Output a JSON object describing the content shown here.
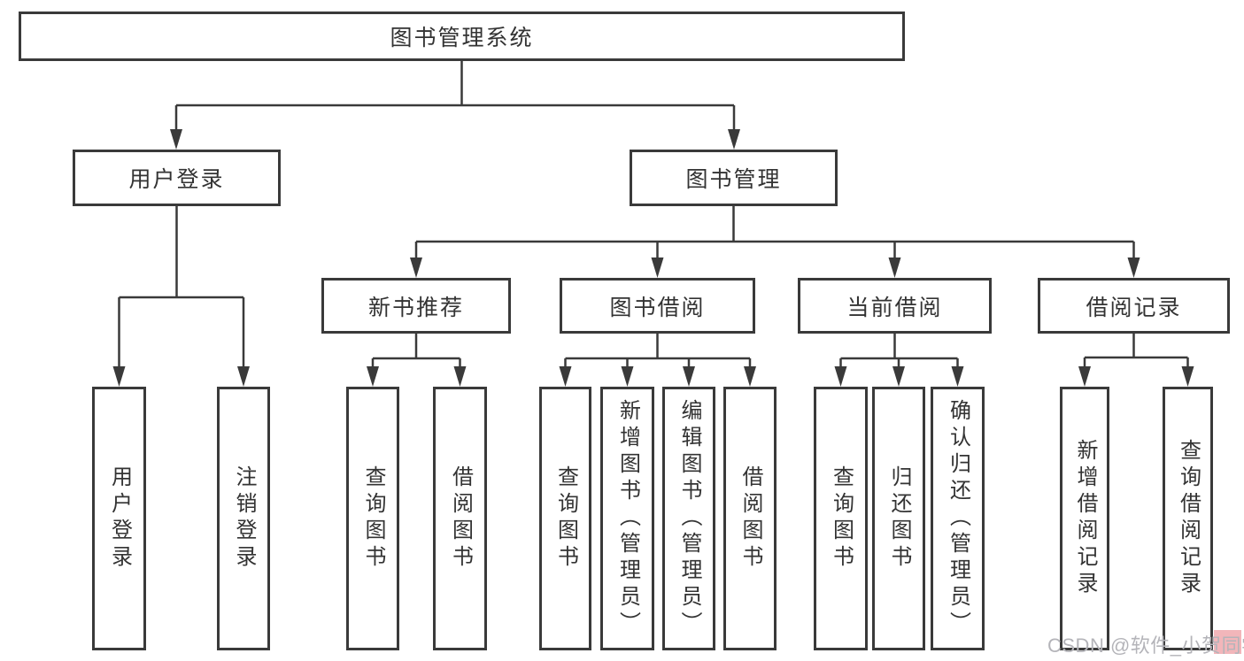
{
  "diagram": {
    "tree": {
      "label": "图书管理系统",
      "children": [
        {
          "label": "用户登录",
          "children": [
            {
              "label": "用户登录"
            },
            {
              "label": "注销登录"
            }
          ]
        },
        {
          "label": "图书管理",
          "children": [
            {
              "label": "新书推荐",
              "children": [
                {
                  "label": "查询图书"
                },
                {
                  "label": "借阅图书"
                }
              ]
            },
            {
              "label": "图书借阅",
              "children": [
                {
                  "label": "查询图书"
                },
                {
                  "label": "新增图书（管理员）"
                },
                {
                  "label": "编辑图书（管理员）"
                },
                {
                  "label": "借阅图书"
                }
              ]
            },
            {
              "label": "当前借阅",
              "children": [
                {
                  "label": "查询图书"
                },
                {
                  "label": "归还图书"
                },
                {
                  "label": "确认归还（管理员）"
                }
              ]
            },
            {
              "label": "借阅记录",
              "children": [
                {
                  "label": "新增借阅记录"
                },
                {
                  "label": "查询借阅记录"
                }
              ]
            }
          ]
        }
      ]
    },
    "colors": {
      "line": "#3a3a3a",
      "text": "#333333",
      "box_background": "#ffffff",
      "watermark_text": "#b4b4b9",
      "watermark_accent": "#f2b6ba"
    },
    "watermark": {
      "text": "CSDN @软件_小贺同学"
    }
  }
}
